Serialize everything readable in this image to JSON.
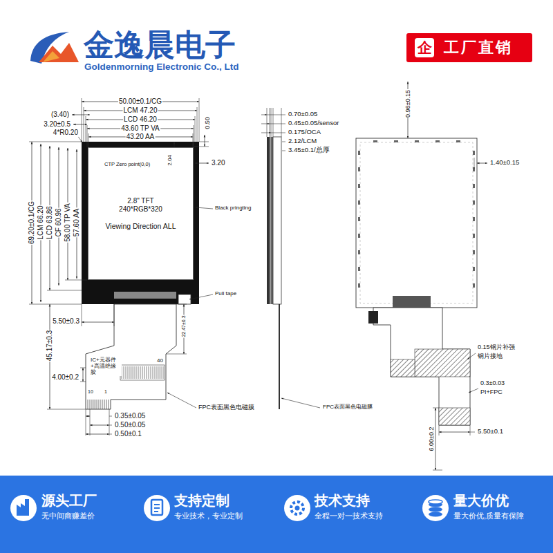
{
  "diagram": {
    "nodes": [
      {
        "text": [
          "企",
          "工厂直销"
        ]
      },
      {
        "text": [
          "2.8\" TFT",
          "240*RGB*320",
          "Viewing Direction ALL"
        ]
      },
      {
        "text": [
          "源头工厂",
          "无中间商赚差价"
        ]
      },
      {
        "text": [
          "支持定制",
          "专业技术，专业定制"
        ]
      },
      {
        "text": [
          "技术支持",
          "全程一对一技术支持"
        ]
      },
      {
        "text": [
          "量大价优",
          "量大价优,质量有保障"
        ]
      }
    ],
    "labels": [
      "金逸晨电子",
      "Goldenmorning Electronic Co., Ltd",
      "50.00±0.1/CG",
      "LCM 47.20",
      "LCD 46.20",
      "43.60 TP VA",
      "43.20 AA",
      "(3.40)",
      "3.20±0.5",
      "4*R0.20",
      "0.50",
      "2.04",
      "3.20",
      "CTP Zero point(0,0)",
      "Black pringting",
      "69.20±0.1/CG",
      "LCM 66.20",
      "LCD 63.86",
      "CF 60.96",
      "58.00 TP VA",
      "57.60 AA",
      "Pull tape",
      "5.50±0.3",
      "45.17±0.3",
      "IC+元器件+高温绝缘胶",
      "40",
      "22.47±0.3",
      "4.00±0.2",
      "10",
      "1",
      "0.35±0.05",
      "0.50±0.05",
      "0.50±0.1",
      "FPC表面黑色电磁膜",
      "0.70±0.05",
      "0.45±0.05/sensor",
      "0.175/OCA",
      "2.12/LCM",
      "3.45±0.1/总厚",
      "FPC表面黑色电磁膜",
      "0.96±0.15",
      "1.40±0.15",
      "0.15钢片补强",
      "钢片接地",
      "0.3±0.03",
      "PI+FPC",
      "5.50±0.1",
      "6.00±0.2"
    ]
  }
}
